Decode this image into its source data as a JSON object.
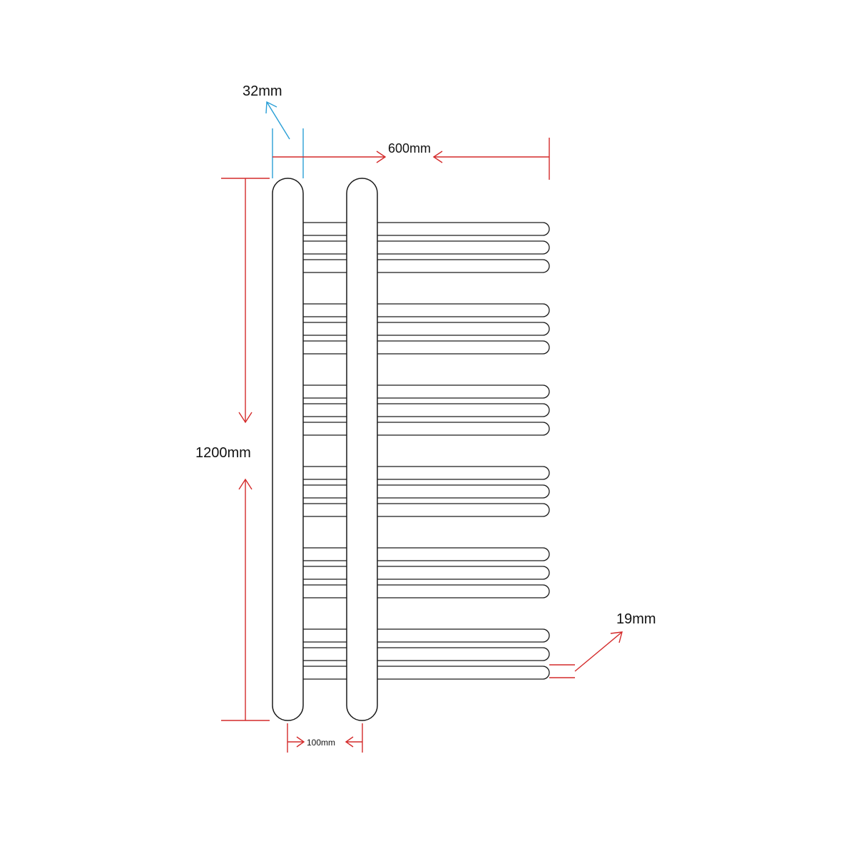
{
  "dimensions": {
    "pipe_diameter": "32mm",
    "overall_width": "600mm",
    "overall_height": "1200mm",
    "pipe_spacing": "100mm",
    "bar_diameter": "19mm"
  },
  "rail": {
    "bar_groups": 6,
    "bars_per_group": 3
  },
  "colors": {
    "outline": "#1a1a1a",
    "dimension_red": "#d42a2a",
    "dimension_blue": "#2a9fd6",
    "background": "#ffffff"
  }
}
